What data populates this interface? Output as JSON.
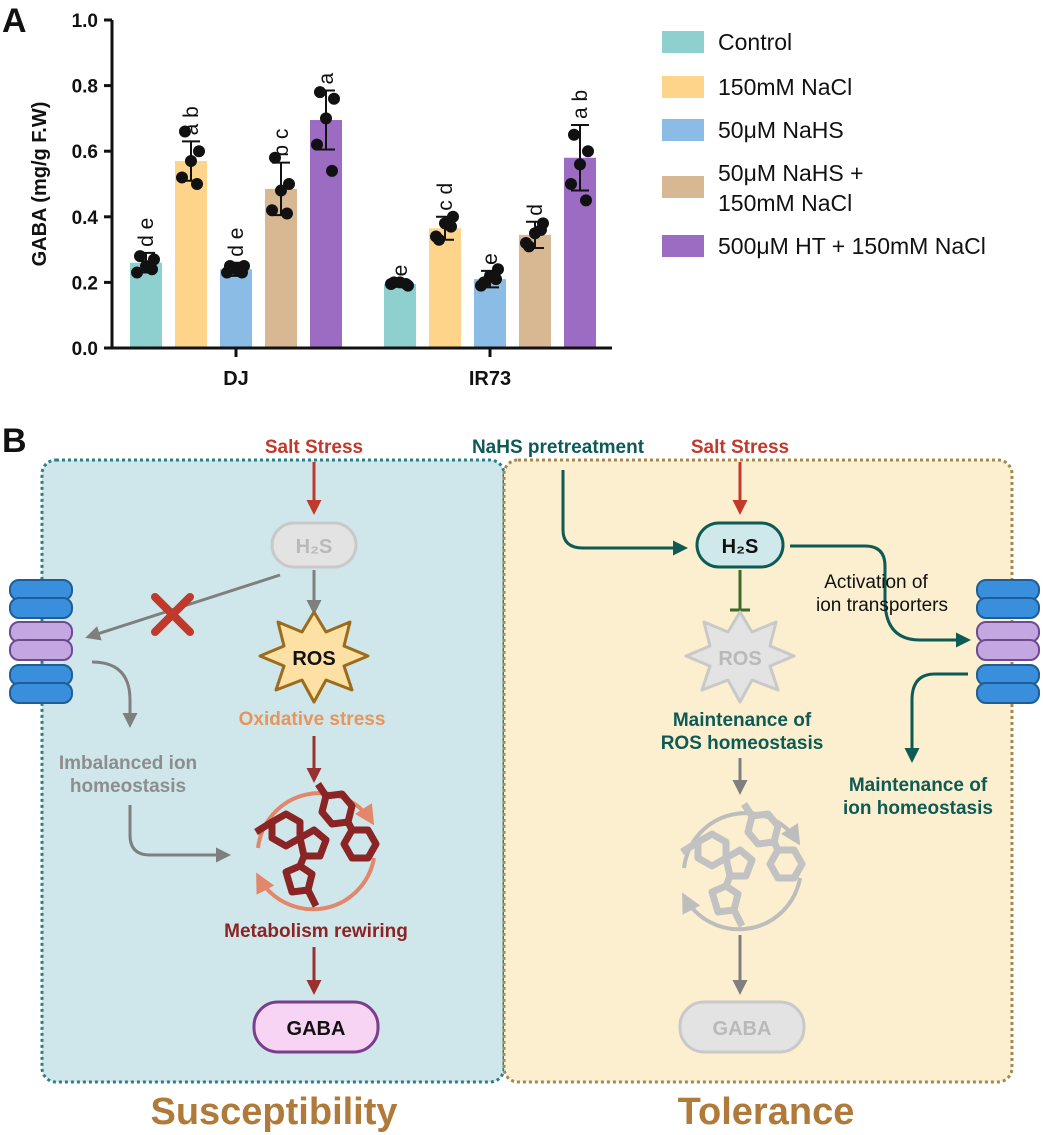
{
  "panel_a": {
    "letter": "A"
  },
  "panel_b": {
    "letter": "B"
  },
  "chart_data": {
    "type": "bar",
    "ylabel": "GABA (mg/g F.W)",
    "xlabel": "",
    "ylim": [
      0,
      1.0
    ],
    "yticks": [
      "0.0",
      "0.2",
      "0.4",
      "0.6",
      "0.8",
      "1.0"
    ],
    "grid": false,
    "legend_position": "right",
    "categories": [
      "DJ",
      "IR73"
    ],
    "series": [
      {
        "name": "Control",
        "color": "#8ecfcf",
        "values": [
          0.26,
          0.195
        ],
        "errors": [
          0.03,
          0.005
        ],
        "letters": [
          "d e",
          "e"
        ],
        "points": [
          [
            0.23,
            0.25,
            0.27,
            0.28,
            0.24
          ],
          [
            0.195,
            0.2,
            0.19,
            0.2,
            0.195
          ]
        ]
      },
      {
        "name": "150mM NaCl",
        "color": "#fdd48a",
        "values": [
          0.57,
          0.365
        ],
        "errors": [
          0.06,
          0.035
        ],
        "letters": [
          "a b",
          "c d"
        ],
        "points": [
          [
            0.52,
            0.57,
            0.6,
            0.66,
            0.5
          ],
          [
            0.34,
            0.38,
            0.4,
            0.33,
            0.37
          ]
        ]
      },
      {
        "name": "50μM NaHS",
        "color": "#8bbce6",
        "values": [
          0.24,
          0.21
        ],
        "errors": [
          0.02,
          0.025
        ],
        "letters": [
          "d e",
          "e"
        ],
        "points": [
          [
            0.23,
            0.24,
            0.25,
            0.25,
            0.23
          ],
          [
            0.19,
            0.22,
            0.24,
            0.2,
            0.21
          ]
        ]
      },
      {
        "name": "50μM NaHS + 150mM NaCl",
        "color": "#d8b893",
        "values": [
          0.485,
          0.345
        ],
        "errors": [
          0.08,
          0.04
        ],
        "letters": [
          "b c",
          "d"
        ],
        "points": [
          [
            0.42,
            0.48,
            0.5,
            0.58,
            0.41
          ],
          [
            0.32,
            0.35,
            0.38,
            0.31,
            0.36
          ]
        ]
      },
      {
        "name": "500μM HT + 150mM NaCl",
        "color": "#9c6bc2",
        "values": [
          0.695,
          0.58
        ],
        "errors": [
          0.09,
          0.1
        ],
        "letters": [
          "a",
          "a b"
        ],
        "points": [
          [
            0.62,
            0.7,
            0.76,
            0.78,
            0.54
          ],
          [
            0.5,
            0.56,
            0.6,
            0.65,
            0.45
          ]
        ]
      }
    ]
  },
  "diagram": {
    "left": {
      "salt_stress": "Salt Stress",
      "h2s": "H₂S",
      "ros": "ROS",
      "oxidative_stress": "Oxidative stress",
      "imbalanced_line1": "Imbalanced ion",
      "imbalanced_line2": "homeostasis",
      "metabolism": "Metabolism rewiring",
      "gaba": "GABA",
      "footer": "Susceptibility"
    },
    "right": {
      "nahs": "NaHS pretreatment",
      "salt_stress": "Salt Stress",
      "h2s": "H₂S",
      "ros": "ROS",
      "activation_line1": "Activation of",
      "activation_line2": "ion transporters",
      "ros_homeo_line1": "Maintenance of",
      "ros_homeo_line2": "ROS homeostasis",
      "ion_homeo_line1": "Maintenance of",
      "ion_homeo_line2": "ion homeostasis",
      "gaba": "GABA",
      "footer": "Tolerance"
    },
    "colors": {
      "red": "#c0392b",
      "dark_red": "#8b2a2a",
      "teal_dark": "#0e5a55",
      "orange_text": "#e8945a",
      "gray": "#9a9a9a",
      "left_bg": "#cfe7ea",
      "right_bg": "#fbefcf"
    }
  }
}
